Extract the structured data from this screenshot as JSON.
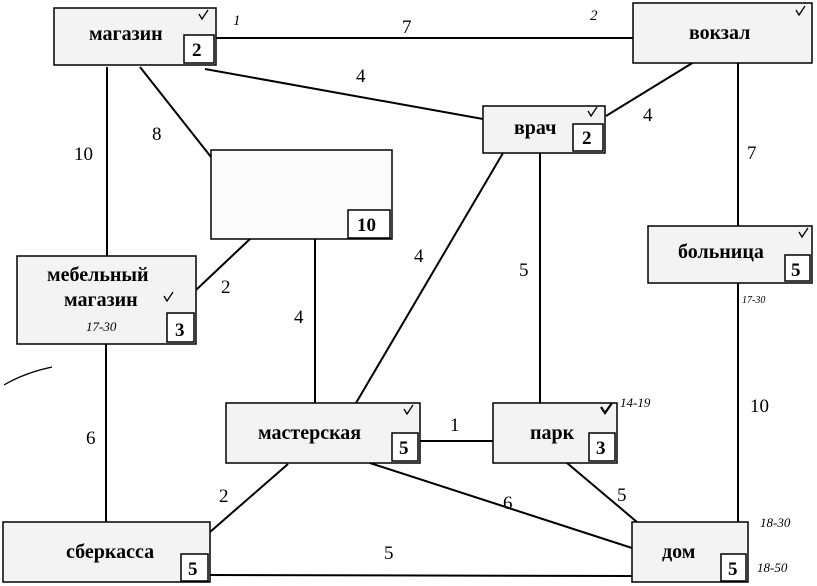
{
  "nodes": {
    "magazin": {
      "label": "магазин",
      "num": "2"
    },
    "vokzal": {
      "label": "вокзал",
      "num": ""
    },
    "vrach": {
      "label": "врач",
      "num": "2"
    },
    "blank": {
      "label": "",
      "num": "10"
    },
    "mebel": {
      "label1": "мебельный",
      "label2": "магазин",
      "num": "3"
    },
    "bolnica": {
      "label": "больница",
      "num": "5"
    },
    "masterskaya": {
      "label": "мастерская",
      "num": "5"
    },
    "park": {
      "label": "парк",
      "num": "3"
    },
    "sberkassa": {
      "label": "сберкасса",
      "num": "5"
    },
    "dom": {
      "label": "дом",
      "num": "5"
    }
  },
  "edges": {
    "magazin_vokzal": "7",
    "magazin_vrach": "4",
    "magazin_blank": "8",
    "magazin_mebel": "10",
    "vokzal_vrach": "4",
    "vokzal_bolnica": "7",
    "mebel_blank": "2",
    "blank_masterskaya": "4",
    "vrach_masterskaya": "4",
    "vrach_park": "5",
    "mebel_sberkassa": "6",
    "masterskaya_park": "1",
    "bolnica_dom": "10",
    "masterskaya_sberkassa": "2",
    "masterskaya_dom": "6",
    "park_dom": "5",
    "sberkassa_dom": "5"
  },
  "handwritten": {
    "magazin_mark": "1",
    "vokzal_mark": "2",
    "mebel_time": "17-30",
    "bolnica_time": "17-30",
    "park_time": "14-19",
    "dom_time1": "18-30",
    "dom_time2": "18-50"
  }
}
